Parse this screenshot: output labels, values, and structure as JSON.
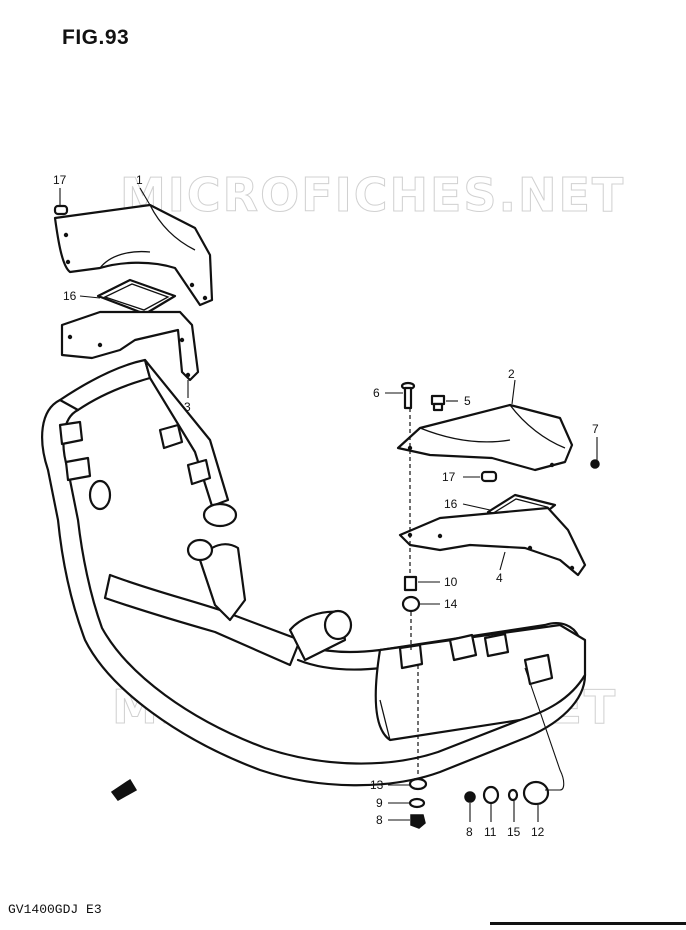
{
  "figure": {
    "title": "FIG.93",
    "footer_code": "GV1400GDJ E3",
    "watermark": "MICROFICHES.NET"
  },
  "part_labels": {
    "p1": "1",
    "p2": "2",
    "p3": "3",
    "p4": "4",
    "p5": "5",
    "p6": "6",
    "p7": "7",
    "p8a": "8",
    "p8b": "8",
    "p9": "9",
    "p10": "10",
    "p11": "11",
    "p12": "12",
    "p13": "13",
    "p14": "14",
    "p15": "15",
    "p16a": "16",
    "p16b": "16",
    "p17a": "17",
    "p17b": "17"
  }
}
